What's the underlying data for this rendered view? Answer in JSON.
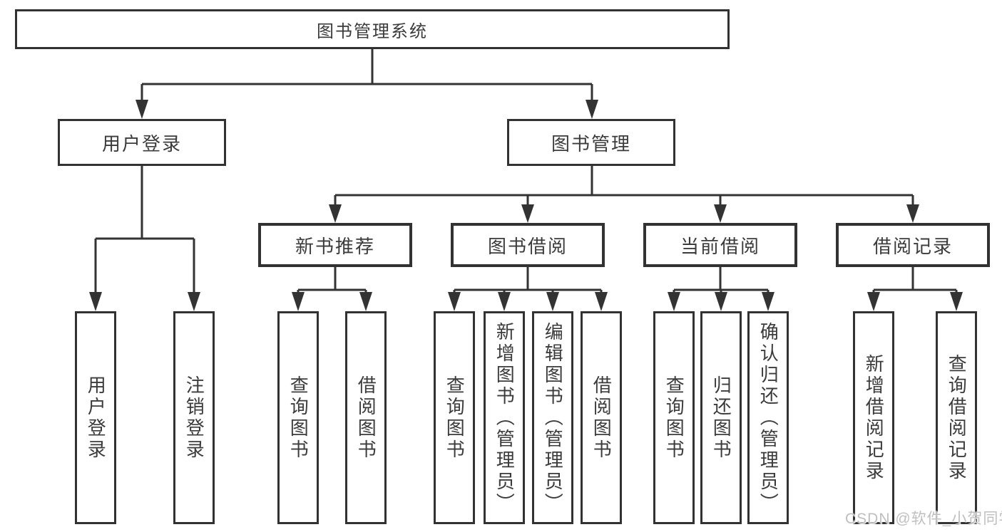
{
  "diagram": {
    "root": {
      "label": "图书管理系统"
    },
    "level2": [
      {
        "label": "用户登录",
        "children": [
          "用户登录",
          "注销登录"
        ]
      },
      {
        "label": "图书管理",
        "children": [
          {
            "label": "新书推荐",
            "children": [
              "查询图书",
              "借阅图书"
            ]
          },
          {
            "label": "图书借阅",
            "children": [
              "查询图书",
              "新增图书（管理员）",
              "编辑图书（管理员）",
              "借阅图书"
            ]
          },
          {
            "label": "当前借阅",
            "children": [
              "查询图书",
              "归还图书",
              "确认归还（管理员）"
            ]
          },
          {
            "label": "借阅记录",
            "children": [
              "新增借阅记录",
              "查询借阅记录"
            ]
          }
        ]
      }
    ]
  },
  "watermark": {
    "text": "CSDN @软件_小贺同学",
    "color": "#bfbfbf"
  },
  "colors": {
    "line": "#333333",
    "border": "#323232",
    "text": "#3b3b3b",
    "background": "#ffffff"
  }
}
